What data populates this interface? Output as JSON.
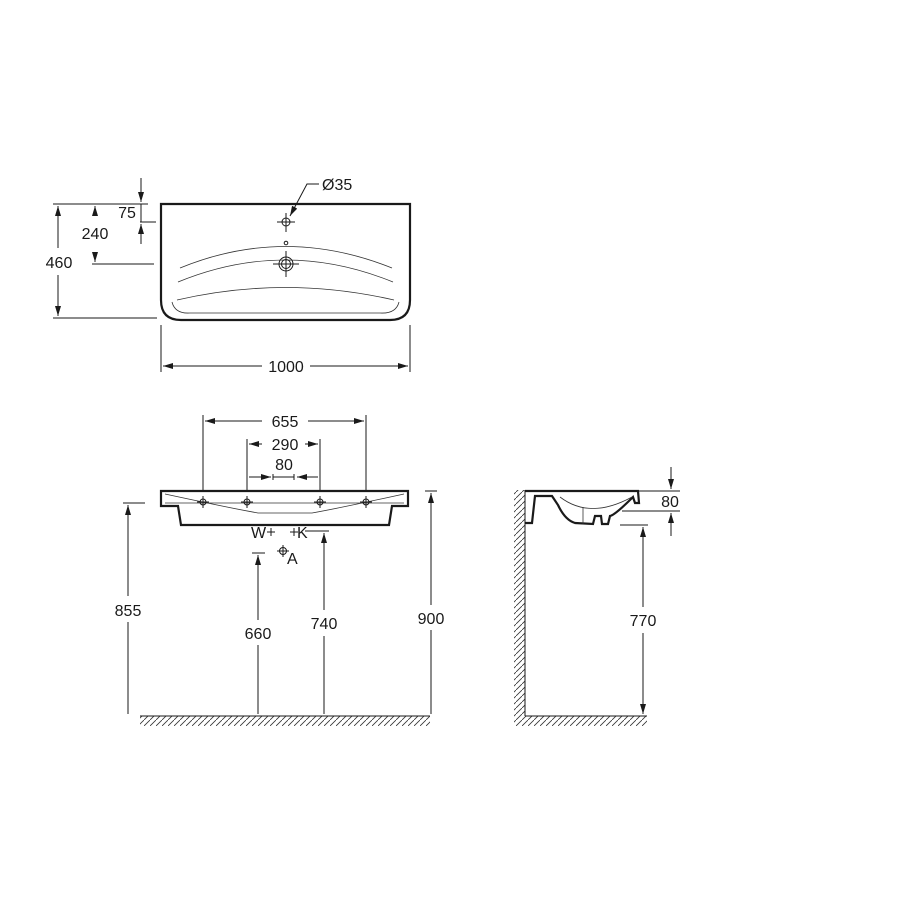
{
  "top_view": {
    "width_label": "1000",
    "depth_label": "460",
    "tap_to_drain_label": "240",
    "tap_offset_label": "75",
    "tap_hole_label": "Ø35"
  },
  "front_view": {
    "outer_holes_label": "655",
    "inner_holes_label": "290",
    "center_holes_label": "80",
    "bracket_height_label": "855",
    "waste_height_label": "660",
    "supply_height_label": "740",
    "top_height_label": "900",
    "hot_label": "W",
    "cold_label": "K",
    "waste_label": "A"
  },
  "side_view": {
    "basin_depth_label": "80",
    "underside_height_label": "770"
  }
}
